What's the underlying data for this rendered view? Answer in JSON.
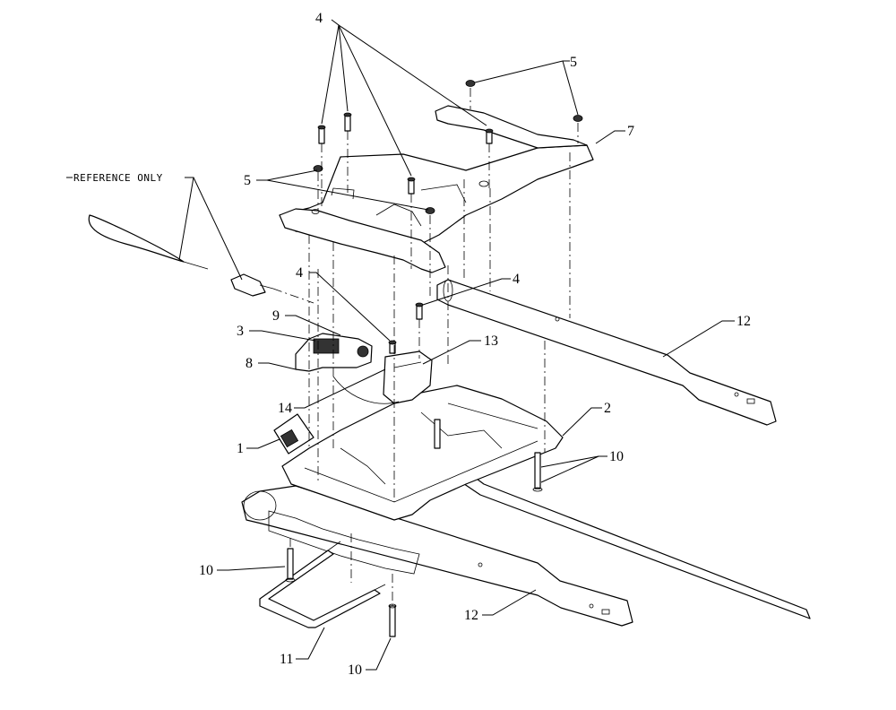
{
  "diagram": {
    "reference_note": "REFERENCE ONLY",
    "callouts": [
      {
        "id": "c4a",
        "label": "4"
      },
      {
        "id": "c5a",
        "label": "5"
      },
      {
        "id": "c7",
        "label": "7"
      },
      {
        "id": "c5b",
        "label": "5"
      },
      {
        "id": "c4b",
        "label": "4"
      },
      {
        "id": "c4c",
        "label": "4"
      },
      {
        "id": "c9",
        "label": "9"
      },
      {
        "id": "c3",
        "label": "3"
      },
      {
        "id": "c8",
        "label": "8"
      },
      {
        "id": "c13",
        "label": "13"
      },
      {
        "id": "c12a",
        "label": "12"
      },
      {
        "id": "c14",
        "label": "14"
      },
      {
        "id": "c2",
        "label": "2"
      },
      {
        "id": "c1",
        "label": "1"
      },
      {
        "id": "c10a",
        "label": "10"
      },
      {
        "id": "c10b",
        "label": "10"
      },
      {
        "id": "c12b",
        "label": "12"
      },
      {
        "id": "c11",
        "label": "11"
      },
      {
        "id": "c10c",
        "label": "10"
      }
    ]
  }
}
